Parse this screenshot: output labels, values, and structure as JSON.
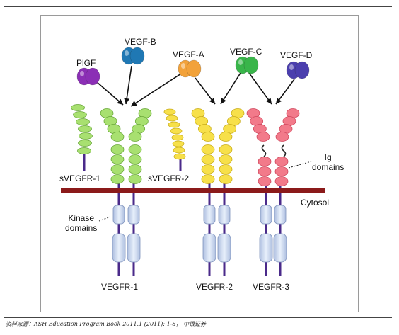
{
  "ligands": [
    {
      "name": "PlGF",
      "color": "#8b2fb5"
    },
    {
      "name": "VEGF-B",
      "color": "#1f78b4"
    },
    {
      "name": "VEGF-A",
      "color": "#f2a23a"
    },
    {
      "name": "VEGF-C",
      "color": "#39b54a"
    },
    {
      "name": "VEGF-D",
      "color": "#4b3fae"
    }
  ],
  "receptors": {
    "svegfr1": "sVEGFR-1",
    "svegfr2": "sVEGFR-2",
    "vegfr1": "VEGFR-1",
    "vegfr2": "VEGFR-2",
    "vegfr3": "VEGFR-3"
  },
  "labels": {
    "ig_domains": "Ig\ndomains",
    "kinase_domains": "Kinase\ndomains",
    "cytosol": "Cytosol"
  },
  "colors": {
    "vegfr1": "#a8e070",
    "vegfr2": "#f7e04a",
    "vegfr3": "#f27a8a",
    "membrane": "#8b1a1a",
    "kinase": "#c9d8f0",
    "stalk": "#4a2a8a"
  },
  "source": "资料来源：ASH Education Program Book 2011.1 (2011): 1-8， 中银证券"
}
